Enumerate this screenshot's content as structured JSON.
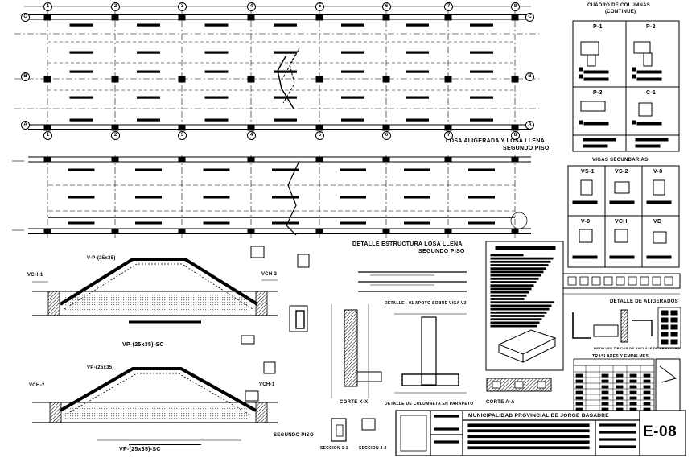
{
  "plans": {
    "grid_numbers": [
      "1",
      "2",
      "3",
      "4",
      "5",
      "6",
      "7",
      "8"
    ],
    "grid_letters_top": [
      "C",
      "B",
      "A"
    ],
    "plan1_title": "LOSA ALIGERADA Y LOSA LLENA",
    "plan1_subtitle": "SEGUNDO PISO",
    "plan2_title": "DETALLE ESTRUCTURA LOSA LLENA",
    "plan2_subtitle": "SEGUNDO PISO"
  },
  "columns_table": {
    "title": "CUADRO DE COLUMNAS",
    "subtitle": "(CONTINUE)",
    "items": [
      "P-1",
      "P-2",
      "P-3",
      "C-1"
    ]
  },
  "beams_table": {
    "title": "VIGAS SECUNDARIAS",
    "items": [
      "VS-1",
      "VS-2",
      "V-8",
      "V-9",
      "VCH",
      "VD"
    ]
  },
  "details": {
    "stair1_label": "V-P-(25x35)",
    "stair1_title": "VP-(25x35)-SC",
    "stair2_label": "VP-(25x35)",
    "stair2_title": "VP-(25x35)-SC",
    "vch_label": "VCH-1",
    "vch2_label": "VCH 2",
    "vch_left2": "VCH-2",
    "vch_right2": "VCH-1",
    "segundo_piso": "SEGUNDO PISO",
    "detalle_apoyo": "DETALLE - 01   APOYO SOBRE VIGA V2",
    "corte_xx": "CORTE  X-X",
    "detalle_columneta": "DETALLE DE COLUMNETA EN PARAPETO",
    "corte_aa": "CORTE  A-A",
    "seccion_11": "SECCION 1-1",
    "seccion_22": "SECCION 2-2",
    "detalle_aligerados": "DETALLE DE ALIGERADOS",
    "detalles_anclaje": "DETALLES TIPICOS DE ANCLAJE DE ARMADURA",
    "traslapes": "TRASLAPES Y EMPALMES"
  },
  "title_block": {
    "project": "MUNICIPALIDAD PROVINCIAL DE JORGE BASADRE",
    "sheet": "E-08"
  }
}
